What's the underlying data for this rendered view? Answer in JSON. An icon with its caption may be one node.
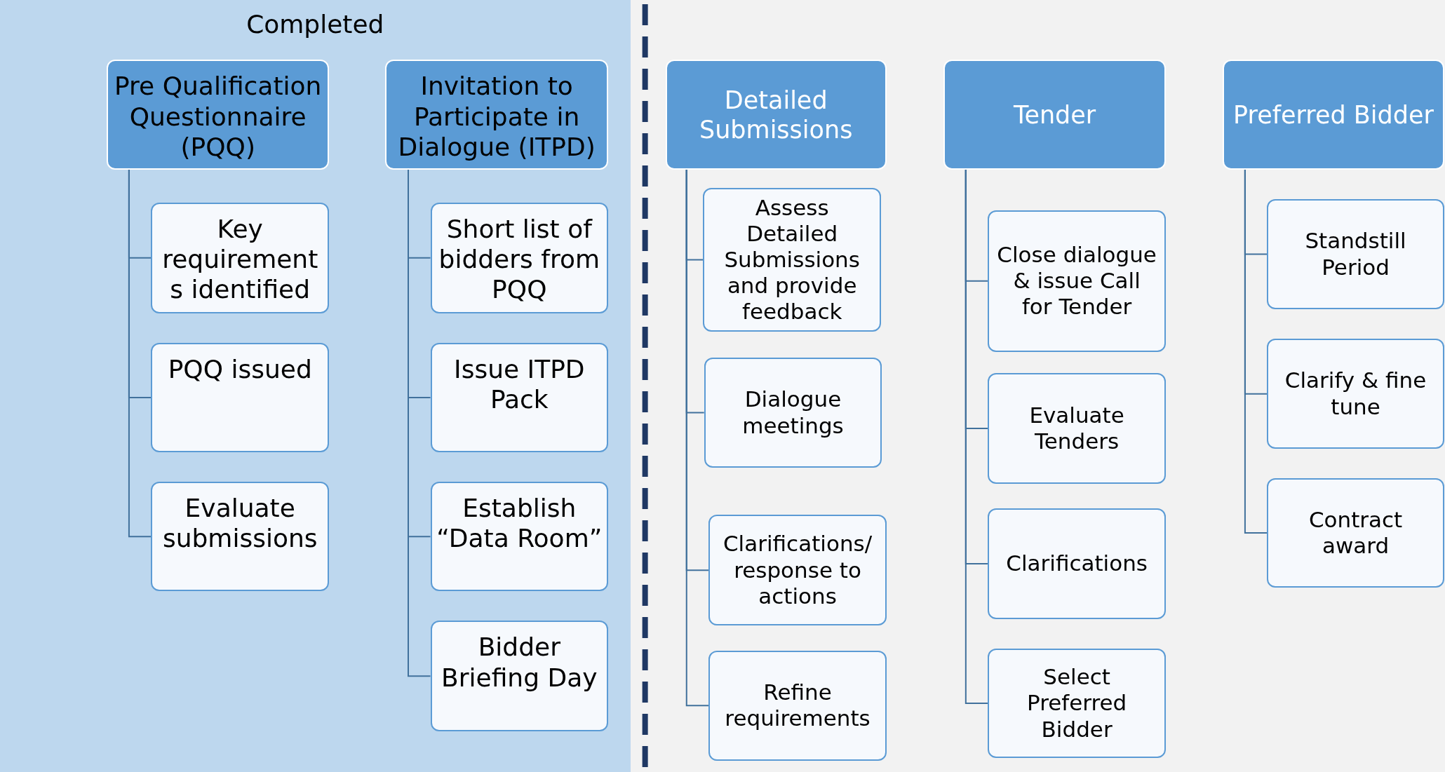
{
  "diagram": {
    "nodes": [
      {
        "text": [
          "Completed"
        ]
      },
      {
        "text": [
          "Pre Qualification Questionnaire (PQQ)"
        ],
        "in": 0
      },
      {
        "text": [
          "Key requirement s identified"
        ],
        "in": 0
      },
      {
        "text": [
          "PQQ issued"
        ],
        "in": 0
      },
      {
        "text": [
          "Evaluate submissions"
        ],
        "in": 0
      },
      {
        "text": [
          "Invitation to Participate in Dialogue (ITPD)"
        ],
        "in": 0
      },
      {
        "text": [
          "Short list of bidders from PQQ"
        ],
        "in": 0
      },
      {
        "text": [
          "Issue ITPD Pack"
        ],
        "in": 0
      },
      {
        "text": [
          "Establish “Data Room”"
        ],
        "in": 0
      },
      {
        "text": [
          "Bidder Briefing Day"
        ],
        "in": 0
      },
      {
        "text": [
          "Detailed Submissions"
        ]
      },
      {
        "text": [
          "Assess Detailed Submissions and provide feedback"
        ]
      },
      {
        "text": [
          "Dialogue meetings"
        ]
      },
      {
        "text": [
          "Clarifications/ response to actions"
        ]
      },
      {
        "text": [
          "Refine requirements"
        ]
      },
      {
        "text": [
          "Tender"
        ]
      },
      {
        "text": [
          "Close dialogue & issue Call for Tender"
        ]
      },
      {
        "text": [
          "Evaluate Tenders"
        ]
      },
      {
        "text": [
          "Clarifications"
        ]
      },
      {
        "text": [
          "Select Preferred Bidder"
        ]
      },
      {
        "text": [
          "Preferred Bidder"
        ]
      },
      {
        "text": [
          "Standstill Period"
        ]
      },
      {
        "text": [
          "Clarify & fine tune"
        ]
      },
      {
        "text": [
          "Contract award"
        ]
      }
    ],
    "edges": [
      {
        "from": 1,
        "to": 2,
        "arrow": "none"
      },
      {
        "from": 1,
        "to": 3,
        "arrow": "none"
      },
      {
        "from": 1,
        "to": 4,
        "arrow": "none"
      },
      {
        "from": 5,
        "to": 6,
        "arrow": "none"
      },
      {
        "from": 5,
        "to": 7,
        "arrow": "none"
      },
      {
        "from": 5,
        "to": 8,
        "arrow": "none"
      },
      {
        "from": 5,
        "to": 9,
        "arrow": "none"
      },
      {
        "from": 10,
        "to": 11,
        "arrow": "none"
      },
      {
        "from": 10,
        "to": 12,
        "arrow": "none"
      },
      {
        "from": 10,
        "to": 13,
        "arrow": "none"
      },
      {
        "from": 10,
        "to": 14,
        "arrow": "none"
      },
      {
        "from": 15,
        "to": 16,
        "arrow": "none"
      },
      {
        "from": 15,
        "to": 17,
        "arrow": "none"
      },
      {
        "from": 15,
        "to": 18,
        "arrow": "none"
      },
      {
        "from": 15,
        "to": 19,
        "arrow": "none"
      },
      {
        "from": 20,
        "to": 21,
        "arrow": "none"
      },
      {
        "from": 20,
        "to": 22,
        "arrow": "none"
      },
      {
        "from": 20,
        "to": 23,
        "arrow": "none"
      }
    ]
  }
}
